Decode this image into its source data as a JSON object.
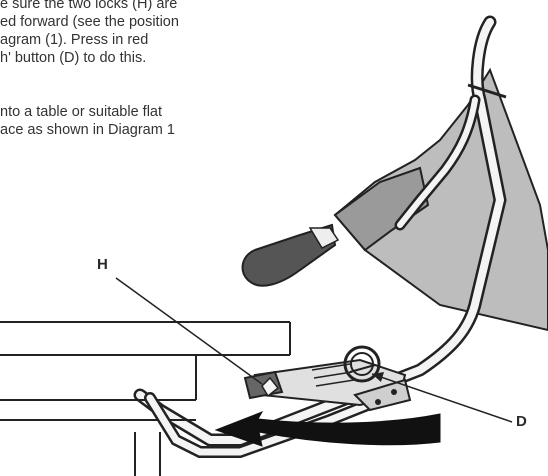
{
  "instructions": {
    "lines": [
      "e sure the two locks (H) are",
      "ed forward (see the position",
      "agram (1). Press in red",
      "h' button (D) to do this.",
      "",
      "nto a table or suitable flat",
      "ace as shown in Diagram 1"
    ]
  },
  "diagram": {
    "labels": {
      "lock": "H",
      "button": "D"
    }
  }
}
